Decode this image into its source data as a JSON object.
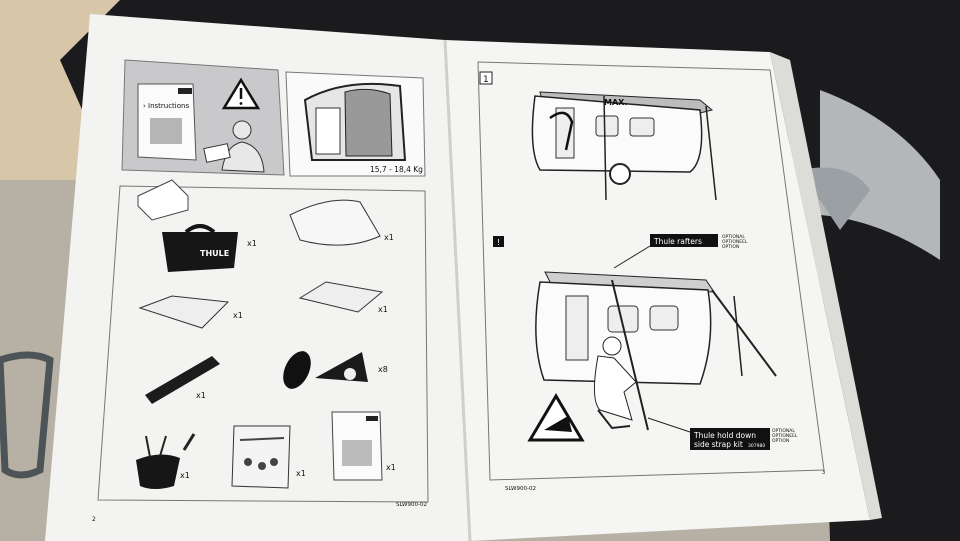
{
  "left_page": {
    "manual_title": "Instructions",
    "manual_title_prefix": "›",
    "brand": "THULE",
    "weight": "15,7 - 18,4 Kg",
    "items": [
      {
        "name": "carry-bag",
        "qty": "x1"
      },
      {
        "name": "rolled-awning",
        "qty": "x1"
      },
      {
        "name": "side-panel",
        "qty": "x1"
      },
      {
        "name": "front-panel",
        "qty": "x1"
      },
      {
        "name": "strap",
        "qty": "x1"
      },
      {
        "name": "clips",
        "qty": "x8"
      },
      {
        "name": "peg-bag",
        "qty": "x1"
      },
      {
        "name": "hardware-kit",
        "qty": "x1"
      },
      {
        "name": "manual",
        "qty": "x1"
      }
    ],
    "footer_code": "SLW900-02",
    "page_number": "2"
  },
  "right_page": {
    "step_number": "1",
    "max_label": "MAX.",
    "rafters_label": "Thule rafters",
    "rafters_optional": [
      "OPTIONAL",
      "OPTIONEEL",
      "OPTION"
    ],
    "holddown_label_line1": "Thule hold down",
    "holddown_label_line2": "side strap kit",
    "holddown_code": "307980",
    "holddown_optional": [
      "OPTIONAL",
      "OPTIONEEL",
      "OPTION"
    ],
    "footer_code": "SLW900-02",
    "page_number": "3"
  },
  "colors": {
    "paper": "#f4f4f2",
    "ink": "#1a1a1a",
    "panel_grey": "#c9c9cc",
    "background_dark": "#1c1c1e",
    "floor": "#b9b3a8"
  }
}
